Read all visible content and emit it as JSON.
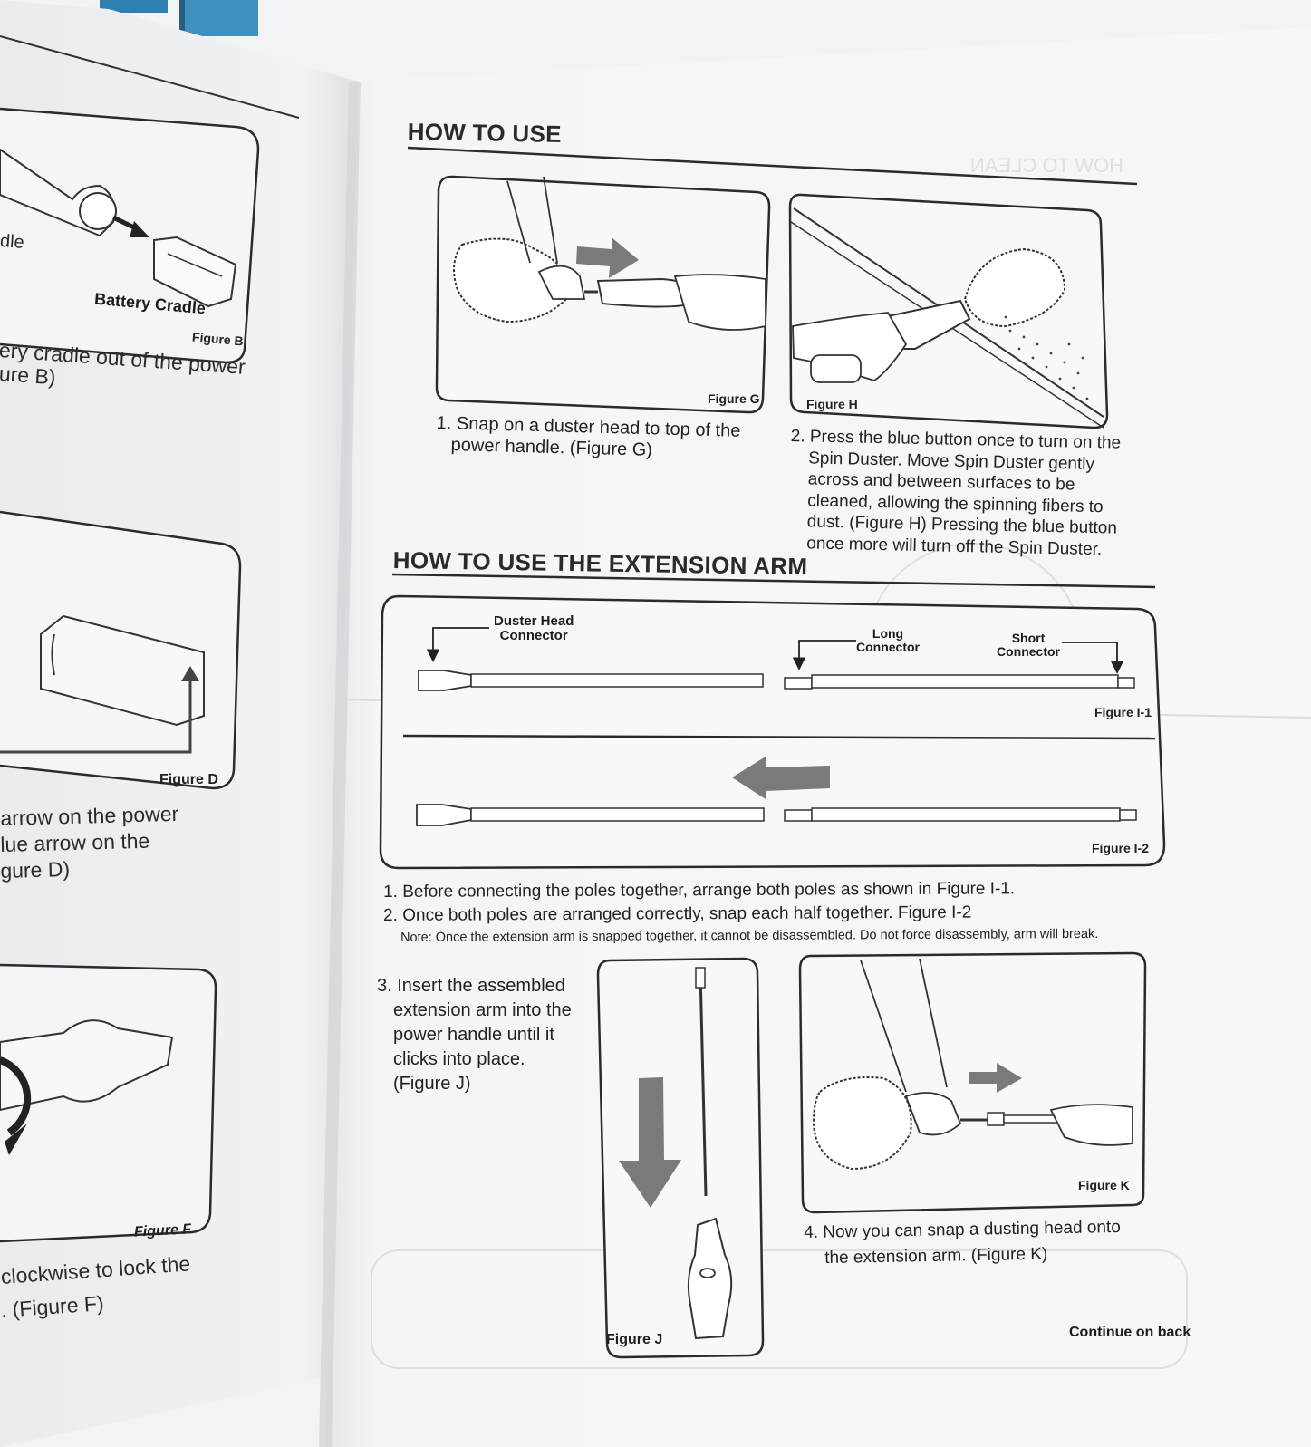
{
  "left_page": {
    "label_dle": "dle",
    "battery_cradle": "Battery Cradle",
    "figure_b": "Figure B",
    "cradle_line_1": "ery cradle out of the power",
    "cradle_line_2": "ure B)",
    "figure_d": "Figure D",
    "arrow_line_1": "arrow on the power",
    "arrow_line_2": "lue arrow on the",
    "arrow_line_3": "gure D)",
    "figure_f": "Figure F",
    "lock_line_1": "clockwise to lock the",
    "lock_line_2": ". (Figure F)"
  },
  "how_to_use": {
    "heading": "HOW TO USE",
    "figure_g": "Figure G",
    "figure_h": "Figure H",
    "step1_line1": "1. Snap on a duster head to top of the",
    "step1_line2": "power handle. (Figure G)",
    "step2_lines": [
      "2. Press the blue button once to turn on the",
      "Spin Duster. Move Spin Duster gently",
      "across and between surfaces to be",
      "cleaned, allowing the spinning fibers to",
      "dust. (Figure H) Pressing the blue button",
      "once more will turn off the Spin Duster."
    ]
  },
  "extension_arm": {
    "heading": "HOW TO USE THE EXTENSION ARM",
    "duster_head_connector_1": "Duster Head",
    "duster_head_connector_2": "Connector",
    "long_connector_1": "Long",
    "long_connector_2": "Connector",
    "short_connector_1": "Short",
    "short_connector_2": "Connector",
    "figure_i1": "Figure I-1",
    "figure_i2": "Figure I-2",
    "step1": "1. Before connecting the poles together, arrange both poles as shown in Figure I-1.",
    "step2": "2. Once both poles are arranged correctly, snap each half together. Figure I-2",
    "note": "Note: Once the extension arm is snapped together, it cannot be disassembled. Do not force disassembly, arm will break.",
    "step3_lines": [
      "3. Insert the assembled",
      "extension arm into the",
      "power handle until it",
      "clicks into place.",
      "(Figure J)"
    ],
    "figure_j": "Figure J",
    "figure_k": "Figure K",
    "step4_line1": "4. Now you can snap a dusting head onto",
    "step4_line2": "the extension arm. (Figure K)",
    "continue": "Continue on back"
  },
  "colors": {
    "paper": "#f6f6f5",
    "ink": "#222222",
    "arrow_gray": "#7a7a7a",
    "shadow_blue": "#3f8fbf"
  }
}
